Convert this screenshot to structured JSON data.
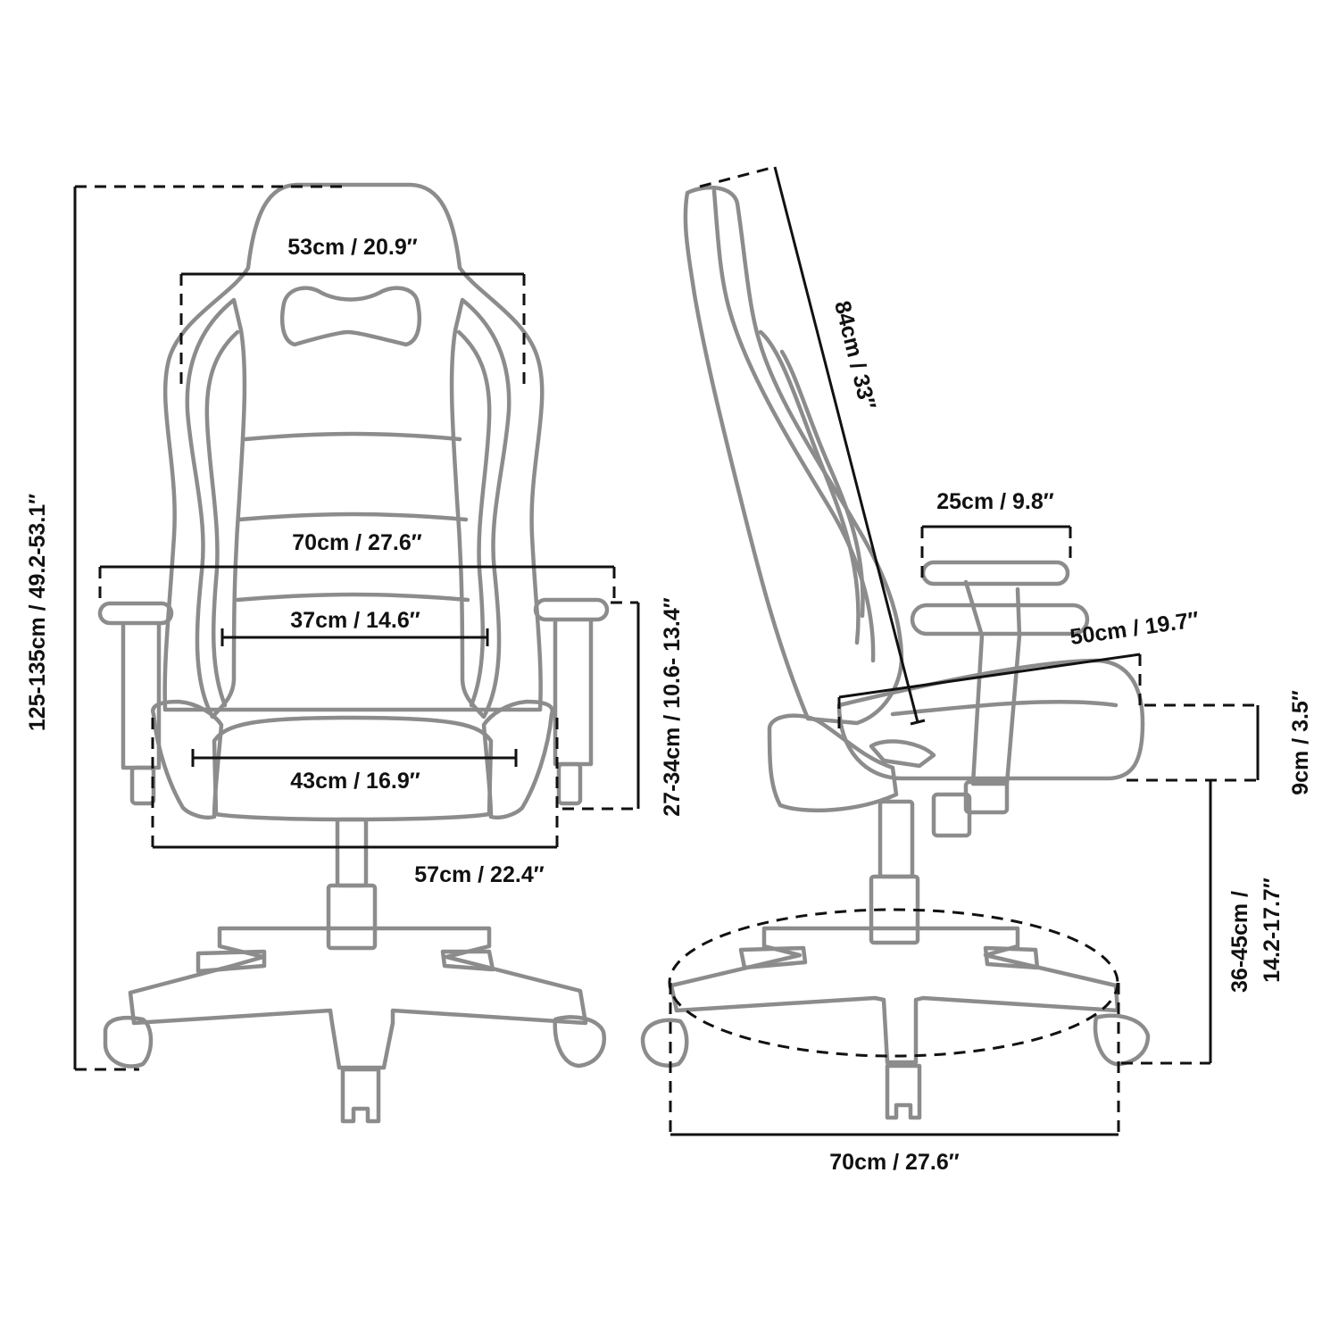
{
  "front_view": {
    "top_width_label": "53cm / 20.9″",
    "armrest_width_label": "70cm / 27.6″",
    "lumbar_width_label": "37cm / 14.6″",
    "seat_width_label": "43cm / 16.9″",
    "seat_frame_width_label": "57cm / 22.4″",
    "total_height_label": "125-135cm / 49.2-53.1″",
    "armrest_height_label": "27-34cm / 10.6- 13.4″"
  },
  "side_view": {
    "backrest_height_label": "84cm / 33″",
    "armrest_length_label": "25cm / 9.8″",
    "seat_depth_label": "50cm / 19.7″",
    "cushion_thickness_label": "9cm / 3.5″",
    "seat_height_label_line1": "36-45cm /",
    "seat_height_label_line2": "14.2-17.7″",
    "base_diameter_label": "70cm / 27.6″"
  }
}
